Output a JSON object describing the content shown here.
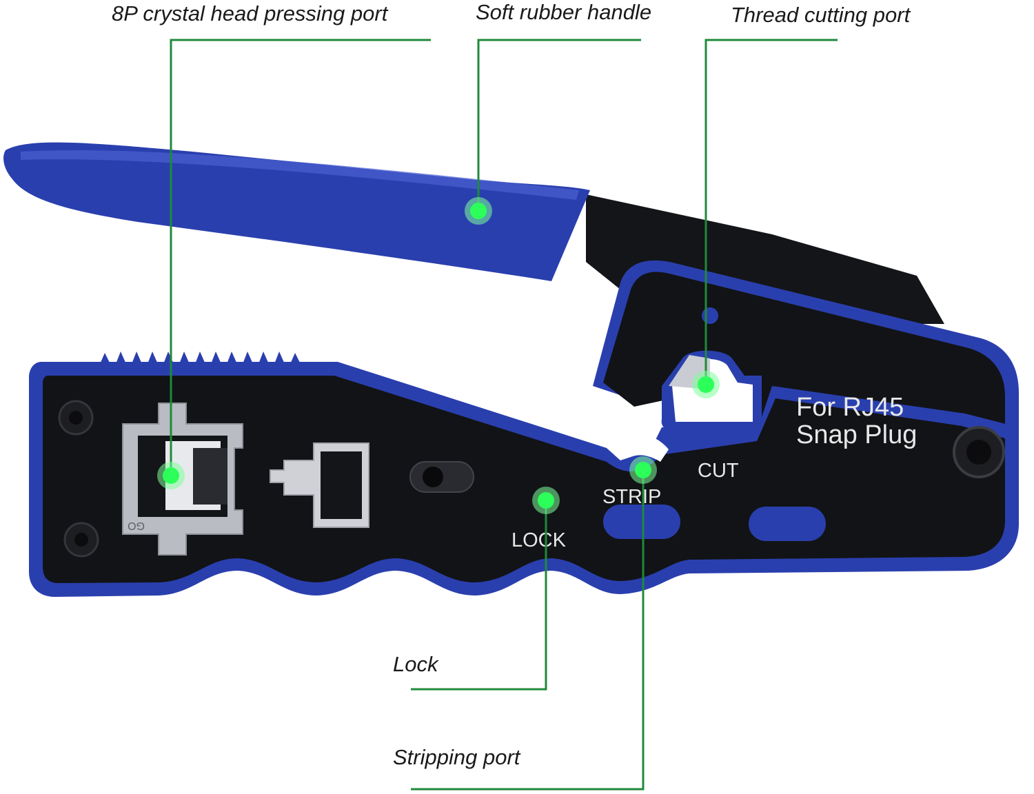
{
  "callouts": {
    "crystal_head_port": "8P crystal head pressing port",
    "rubber_handle": "Soft rubber handle",
    "thread_cutting_port": "Thread cutting port",
    "lock": "Lock",
    "stripping_port": "Stripping port"
  },
  "tool_imprints": {
    "for_rj45_line1": "For RJ45",
    "for_rj45_line2": "Snap Plug",
    "cut": "CUT",
    "strip": "STRIP",
    "lock": "LOCK",
    "die_mark": "GO"
  },
  "colors": {
    "handle_blue": "#2a3fae",
    "body_black": "#121316",
    "leader_green": "#1f8a3a",
    "marker_green": "#2dff5a"
  },
  "icons": [
    "rj45-port-icon",
    "screw-icon",
    "crimp-die-icon"
  ]
}
